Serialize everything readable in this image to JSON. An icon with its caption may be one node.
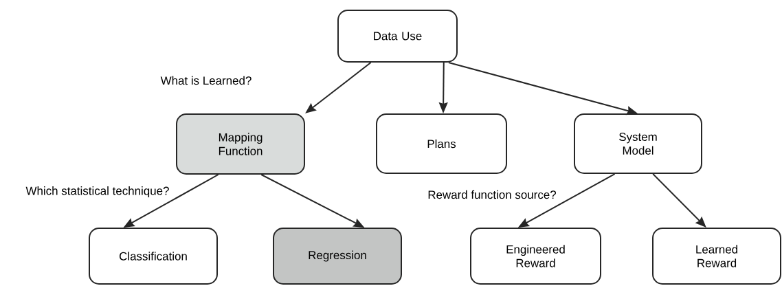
{
  "diagram": {
    "nodes": [
      {
        "text": [
          "Data Use"
        ]
      },
      {
        "text": [
          "Mapping Function"
        ]
      },
      {
        "text": [
          "Plans"
        ]
      },
      {
        "text": [
          "System Model"
        ]
      },
      {
        "text": [
          "Classification"
        ]
      },
      {
        "text": [
          "Regression"
        ]
      },
      {
        "text": [
          "Engineered Reward"
        ]
      },
      {
        "text": [
          "Learned Reward"
        ]
      }
    ],
    "edges": [
      {
        "from": 0,
        "to": 1,
        "arrow": "to"
      },
      {
        "from": 0,
        "to": 2,
        "arrow": "to"
      },
      {
        "from": 0,
        "to": 3,
        "arrow": "to"
      },
      {
        "from": 1,
        "to": 4,
        "arrow": "to"
      },
      {
        "from": 1,
        "to": 5,
        "arrow": "to"
      },
      {
        "from": 3,
        "to": 6,
        "arrow": "to"
      },
      {
        "from": 3,
        "to": 7,
        "arrow": "to"
      }
    ],
    "labels": [
      "What is Learned?",
      "Which statistical technique?",
      "Reward function source?"
    ]
  }
}
